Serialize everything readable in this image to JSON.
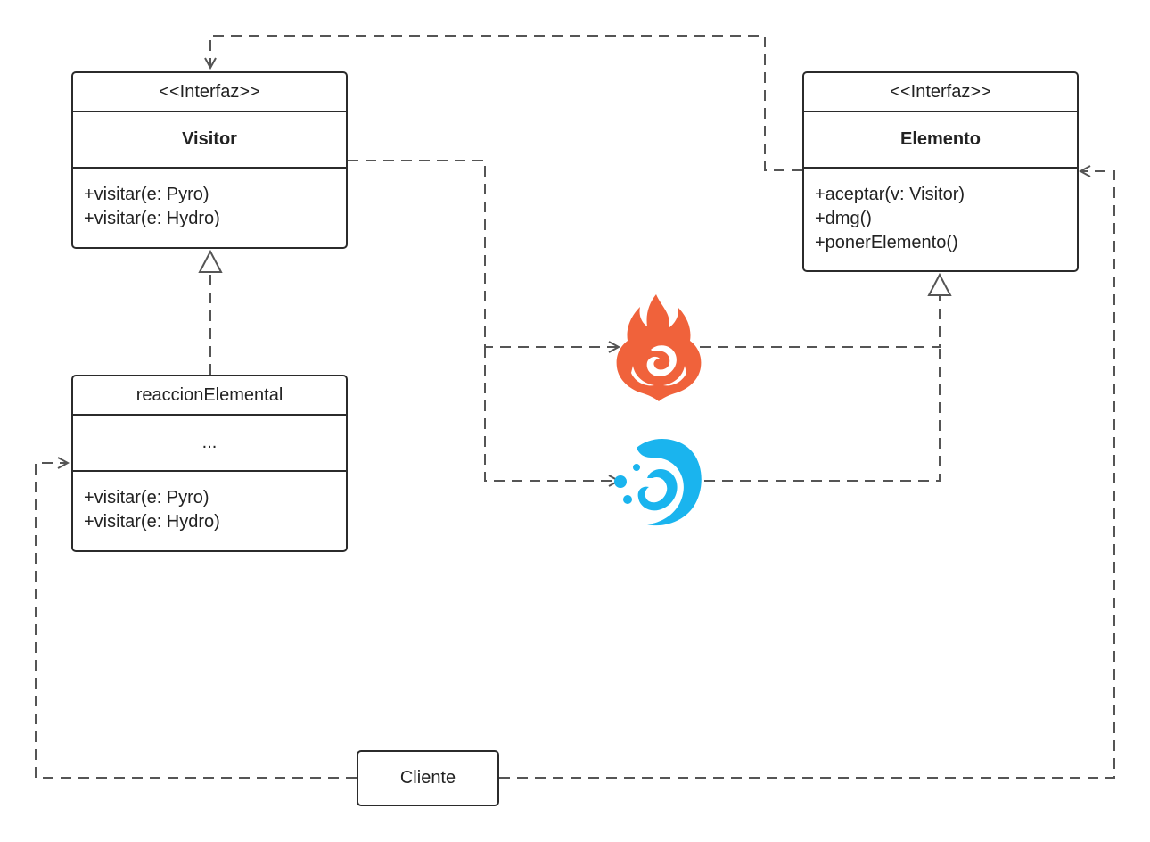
{
  "visitor": {
    "stereotype": "<<Interfaz>>",
    "name": "Visitor",
    "methods": [
      "+visitar(e: Pyro)",
      "+visitar(e: Hydro)"
    ]
  },
  "elemento": {
    "stereotype": "<<Interfaz>>",
    "name": "Elemento",
    "methods": [
      "+aceptar(v: Visitor)",
      "+dmg()",
      "+ponerElemento()"
    ]
  },
  "reaccion": {
    "name": "reaccionElemental",
    "attributes": "...",
    "methods": [
      "+visitar(e: Pyro)",
      "+visitar(e: Hydro)"
    ]
  },
  "client": {
    "name": "Cliente"
  },
  "icons": {
    "pyro": {
      "name": "pyro-icon",
      "color": "#f0623b"
    },
    "hydro": {
      "name": "hydro-icon",
      "color": "#1ab4ee"
    }
  },
  "colors": {
    "line": "#555555",
    "border": "#2b2b2b"
  }
}
